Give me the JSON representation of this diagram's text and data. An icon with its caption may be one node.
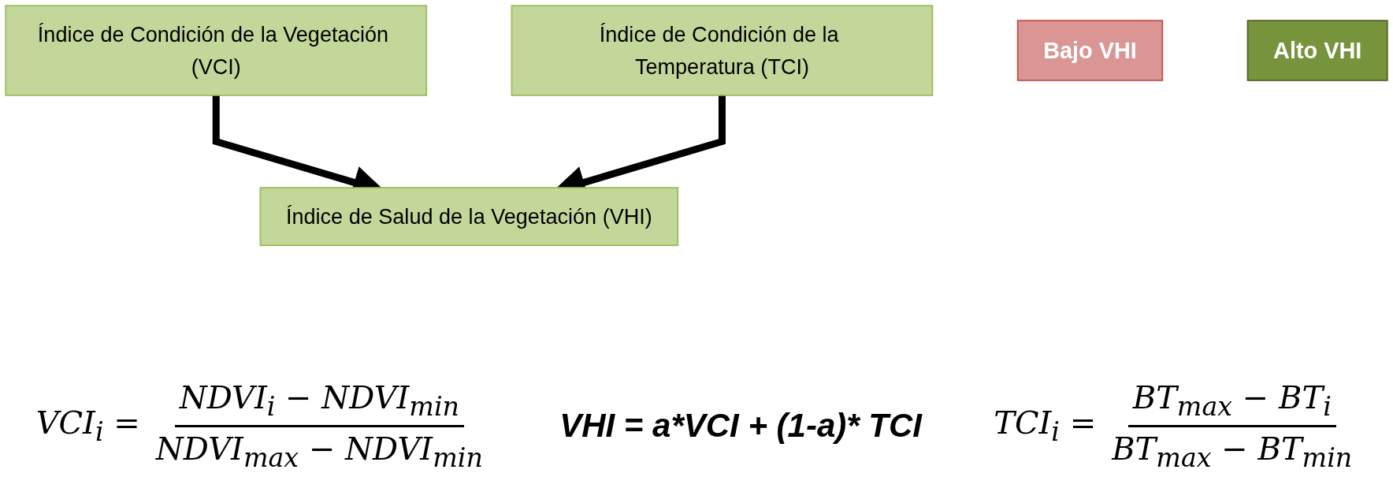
{
  "diagram": {
    "nodes": [
      {
        "text": [
          "Índice de Condición de la Vegetación (VCI)"
        ]
      },
      {
        "text": [
          "Índice de Condición de la Temperatura (TCI)"
        ]
      },
      {
        "text": [
          "Índice de Salud de la Vegetación (VHI)"
        ]
      },
      {
        "text": [
          "Bajo VHI"
        ]
      },
      {
        "text": [
          "Alto VHI"
        ]
      }
    ],
    "edges": [
      {
        "from": 0,
        "to": 2,
        "arrow": "to"
      },
      {
        "from": 1,
        "to": 2,
        "arrow": "to"
      }
    ],
    "labels": [
      "VCI$_{i}$ =",
      "NDVI$_{i}$ − NDVI$_{min}$",
      "NDVI$_{max}$ − NDVI$_{min}$",
      "TCI$_{i}$ =",
      "BT$_{max}$ − BT$_{i}$",
      "BT$_{max}$ − BT$_{min}$",
      "VHI = a*VCI + (1-a)* TCI"
    ]
  }
}
